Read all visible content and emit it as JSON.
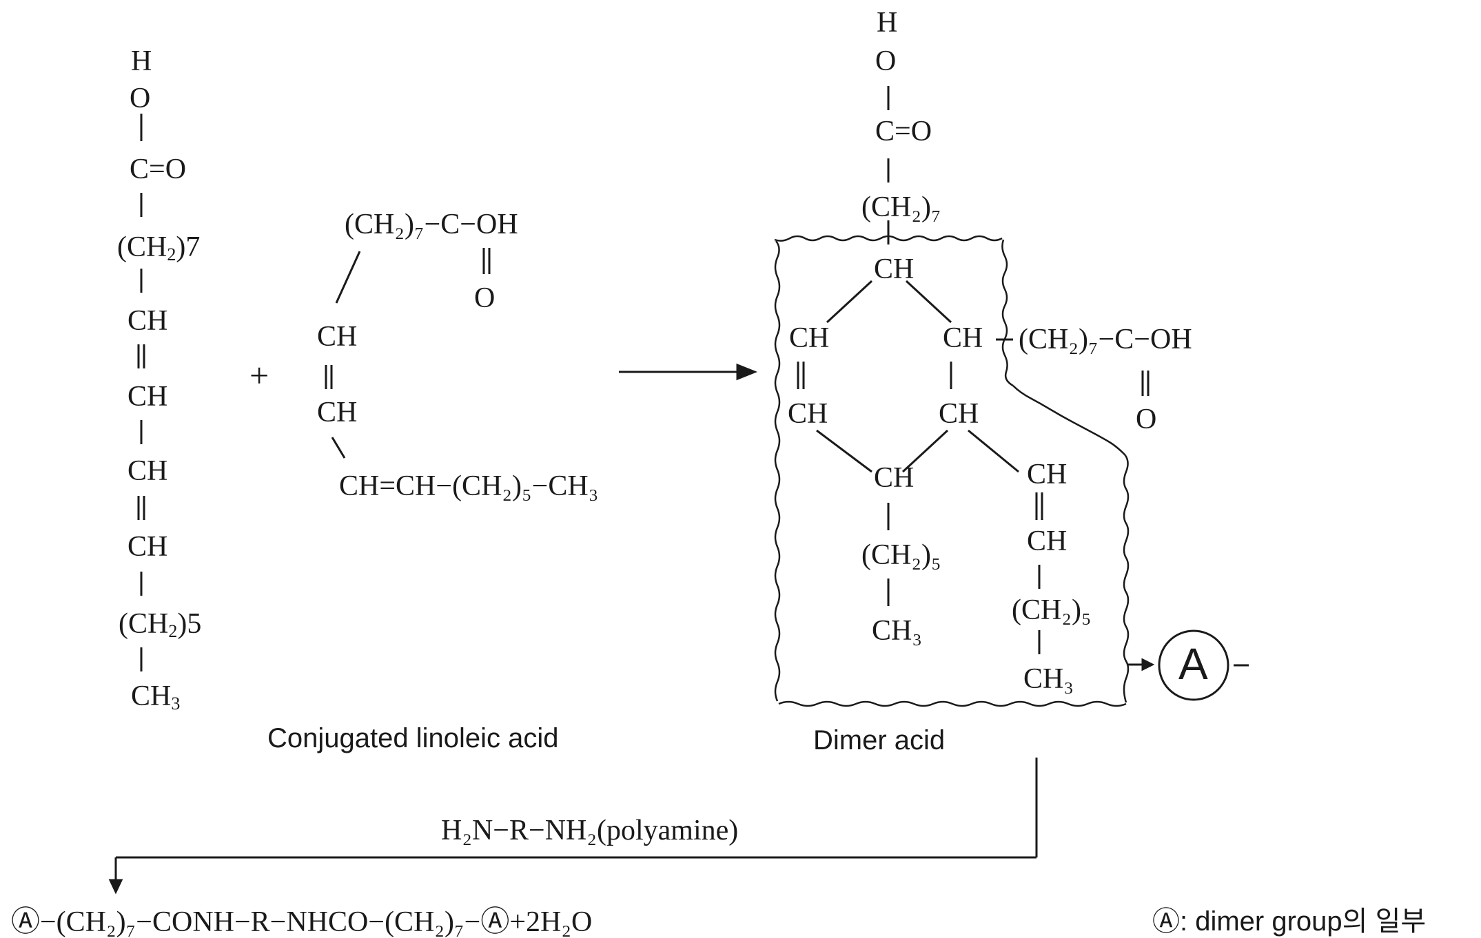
{
  "left_molecule": {
    "H": "H",
    "O": "O",
    "co": "C=O",
    "ch2": "(CH",
    "ch2_sub": "2",
    "ch2_n": ")7",
    "ch_a": "CH",
    "ch_b": "CH",
    "ch_c": "CH",
    "ch_d": "CH",
    "ch2b": "(CH",
    "ch2b_sub": "2",
    "ch2b_n": ")5",
    "ch3": "CH",
    "ch3_sub": "3"
  },
  "plus": "+",
  "middle_molecule": {
    "top": "(CH₂)₇−C−OH",
    "O": "O",
    "ch_a": "CH",
    "ch_b": "CH",
    "bottom": "CH=CH−(CH₂)₅−CH₃"
  },
  "labels": {
    "conjugated": "Conjugated linoleic acid",
    "dimer": "Dimer acid",
    "polyamine": "H₂N−R−NH₂(polyamine)",
    "legend": "Ⓐ: dimer group의 일부"
  },
  "dimer_molecule": {
    "H": "H",
    "O": "O",
    "co": "C=O",
    "ch2_top": "(CH₂)₇",
    "ch_top": "CH",
    "ch_left1": "CH",
    "ch_right1": "CH",
    "side_chain": "(CH₂)₇−C−OH",
    "side_O": "O",
    "ch_left2": "CH",
    "ch_right2": "CH",
    "ch_bottom": "CH",
    "ch2_5a": "(CH₂)₅",
    "ch3a": "CH₃",
    "ch_r3": "CH",
    "ch_r4": "CH",
    "ch2_5b": "(CH₂)₅",
    "ch3b": "CH₃",
    "circle_A": "A",
    "dash": "−"
  },
  "product": {
    "text": "Ⓐ−(CH₂)₇−CONH−R−NHCO−(CH₂)₇−Ⓐ+2H₂O"
  }
}
